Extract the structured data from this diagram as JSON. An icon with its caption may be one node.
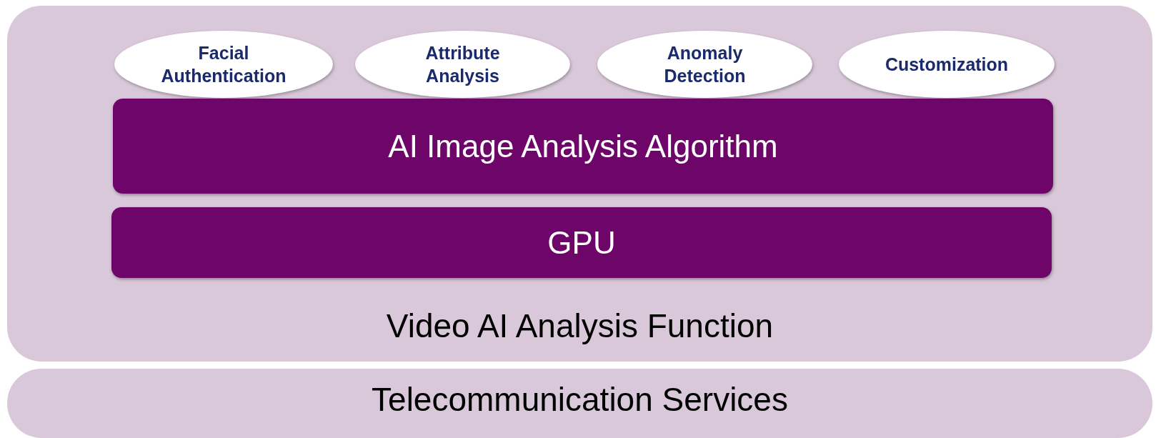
{
  "diagram": {
    "nodes": [
      {
        "text": [
          "Video AI Analysis Function"
        ]
      },
      {
        "text": [
          "Facial Authentication"
        ],
        "in": 0
      },
      {
        "text": [
          "Attribute Analysis"
        ],
        "in": 0
      },
      {
        "text": [
          "Anomaly Detection"
        ],
        "in": 0
      },
      {
        "text": [
          "Customization"
        ],
        "in": 0
      },
      {
        "text": [
          "AI Image Analysis Algorithm"
        ],
        "in": 0
      },
      {
        "text": [
          "GPU"
        ],
        "in": 0
      },
      {
        "text": [
          "Telecommunication Services"
        ]
      }
    ],
    "edges": []
  }
}
